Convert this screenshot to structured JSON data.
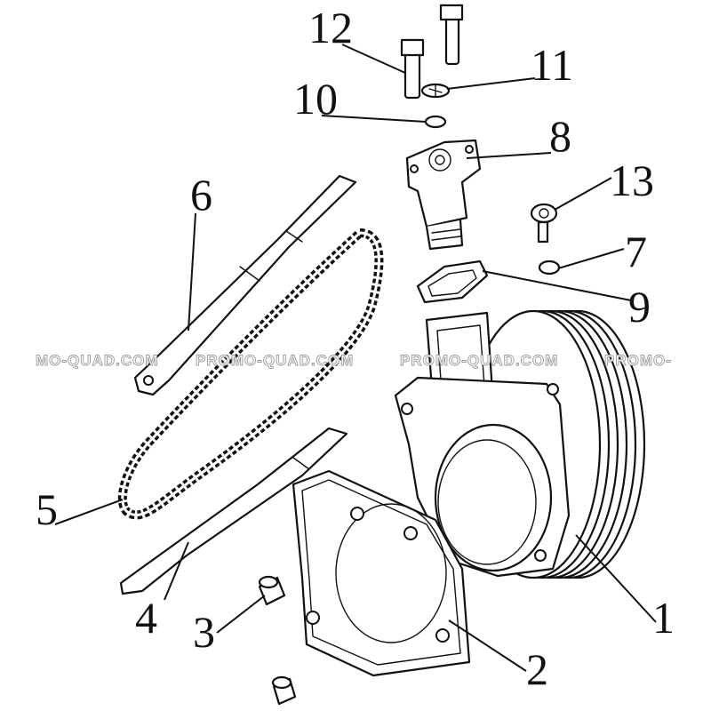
{
  "callouts": [
    "1",
    "2",
    "3",
    "4",
    "5",
    "6",
    "7",
    "8",
    "9",
    "10",
    "11",
    "12",
    "13"
  ],
  "watermarks": [
    "MO-QUAD.COM",
    "PROMO-QUAD.COM",
    "PROMO-QUAD.COM",
    "PROMO-"
  ],
  "colors": {
    "line": "#111111",
    "background": "#ffffff",
    "watermark_outline": "#9a9a9a"
  }
}
